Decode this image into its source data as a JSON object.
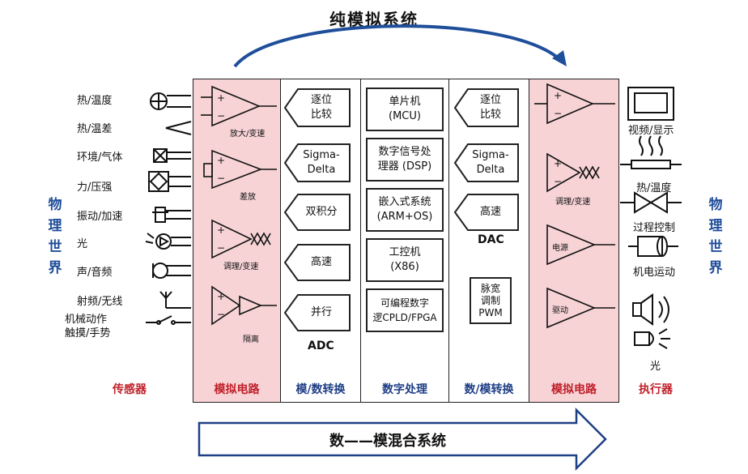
{
  "title_top": "纯模拟系统",
  "title_bottom": "数——模混合系统",
  "left_vertical": "物\n理\n世\n界",
  "right_vertical": "物\n理\n世\n界",
  "sensors": [
    "热/温度",
    "热/温差",
    "环境/气体",
    "力/压强",
    "振动/加速",
    "光",
    "声/音频",
    "射频/无线",
    "机械动作\n触摸/手势"
  ],
  "columns": {
    "sensor_label": "传感器",
    "analog1_label": "模拟电路",
    "adc_col_label": "模/数转换",
    "digital_label": "数字处理",
    "dac_col_label": "数/模转换",
    "analog2_label": "模拟电路",
    "actuator_label": "执行器"
  },
  "analog1_amps": [
    "放大/变速",
    "差放",
    "调理/变速",
    "隔离"
  ],
  "adc_items": [
    "逐位\n比较",
    "Sigma-\nDelta",
    "双积分",
    "高速",
    "并行"
  ],
  "adc_text": "ADC",
  "digital_items": [
    "单片机\n(MCU)",
    "数字信号处\n理器 (DSP)",
    "嵌入式系统\n(ARM+OS)",
    "工控机\n(X86)",
    "可编程数字\n逻CPLD/FPGA"
  ],
  "dac_items": [
    "逐位\n比较",
    "Sigma-\nDelta",
    "高速"
  ],
  "dac_text": "DAC",
  "pwm_box": "脉宽\n调制\nPWM",
  "analog2_amps": [
    "调理/变速",
    "电源",
    "驱动"
  ],
  "actuators": [
    "视频/显示",
    "热/温度",
    "过程控制",
    "机电运动",
    "光"
  ],
  "colors": {
    "pink": "#f7d3d6",
    "red": "#c0202a",
    "blue": "#1f3f86",
    "arrow": "#1f4e9a"
  }
}
